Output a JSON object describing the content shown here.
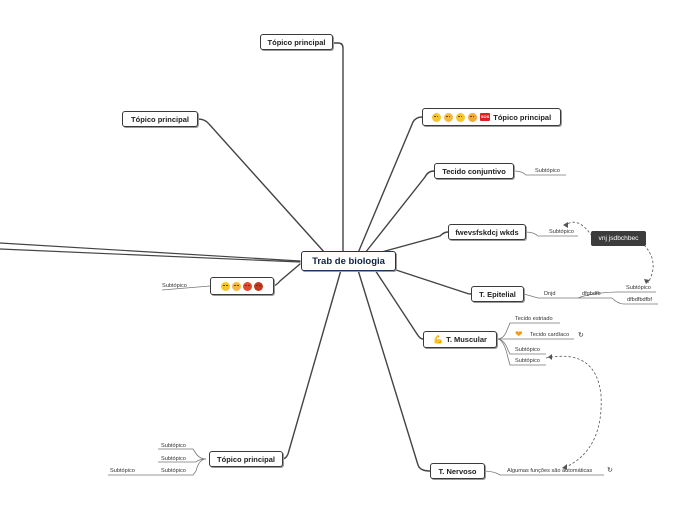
{
  "root": {
    "label": "Trab de biologia"
  },
  "topics": {
    "top_center": "Tópico principal",
    "top_left": "Tópico principal",
    "emoji_topic": "Tópico principal",
    "tecido": "Tecido conjuntivo",
    "fwevs": "fwevsfskdcj wkds",
    "epitelial": "T. Epitelial",
    "muscular": "T. Muscular",
    "nervoso": "T. Nervoso",
    "bottom_left": "Tópico principal"
  },
  "subtopics": {
    "tecido_sub": "Subtópico",
    "fwevs_sub": "Subtópico",
    "epitelial_a": "Dnjd",
    "epitelial_b": "dfgbdfb",
    "epitelial_c": "Subtópico",
    "epitelial_d": "dfbdfbdfbf",
    "muscular_a": "Tecido estriado",
    "muscular_b": "Tecido cardíaco",
    "muscular_c": "Subtópico",
    "muscular_d": "Subtópico",
    "nervoso_a": "Algumas funções são automáticas",
    "emoji_sub": "Subtópico",
    "bl_a": "Subtópico",
    "bl_b": "Subtópico",
    "bl_c": "Subtópico",
    "bl_d": "Subtópico"
  },
  "callout": {
    "label": "vnj jsdbchbec"
  },
  "icons": {
    "emoji_topic_icons": [
      "grinning-face-icon",
      "partying-face-icon",
      "smiling-face-icon",
      "star-struck-icon",
      "sos-icon"
    ],
    "emoji_node_icons": [
      "persevering-face-icon",
      "weary-face-icon",
      "angry-face-icon",
      "cursing-face-icon"
    ],
    "muscular_icon": "flexed-biceps-icon",
    "cardiac_icon": "orange-heart-icon",
    "link_icon": "link-icon"
  },
  "sos_text": "SOS",
  "colors": {
    "line": "#444444",
    "root_border": "#1d3557",
    "callout_bg": "#3c3c3c"
  }
}
